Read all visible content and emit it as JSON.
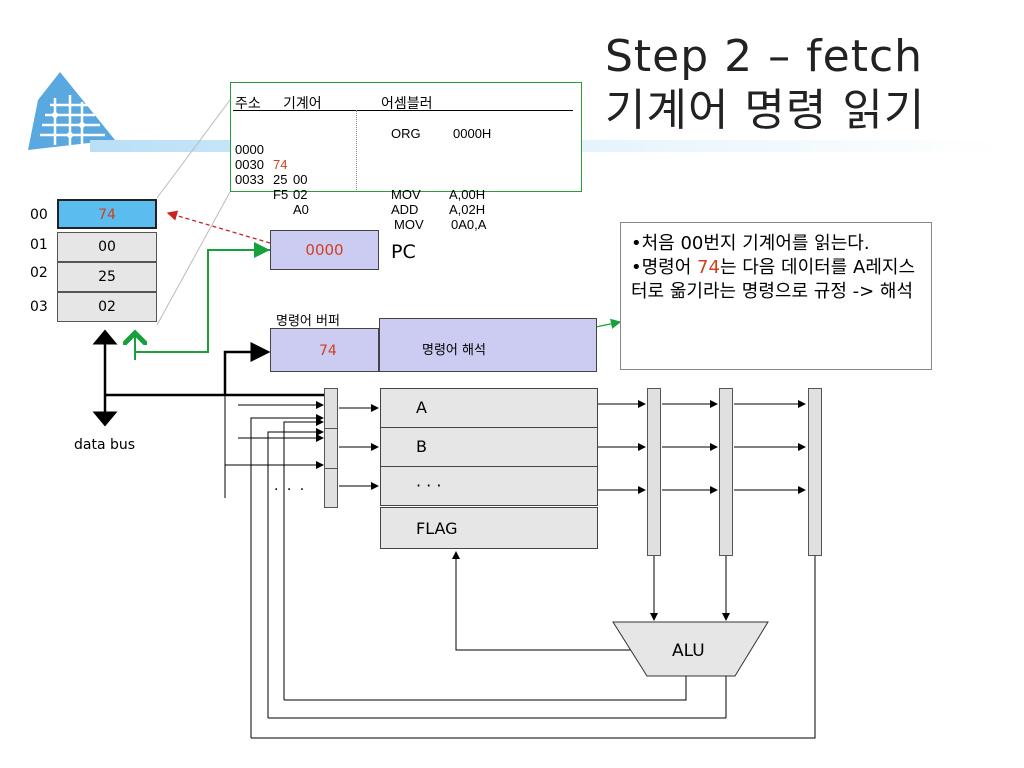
{
  "title": {
    "line1": "Step 2 – fetch",
    "line2": "기계어 명령 읽기"
  },
  "listing": {
    "headers": [
      "주소",
      "기계어",
      "어셈블러"
    ],
    "rows": [
      {
        "addr": "",
        "code_hi": "",
        "code_lo": "",
        "op": "ORG",
        "arg": "0000H"
      },
      {
        "addr": "0000",
        "code_hi": "74",
        "code_lo": "00",
        "op": "MOV",
        "arg": "A,00H"
      },
      {
        "addr": "0030",
        "code_hi": "25",
        "code_lo": "02",
        "op": "ADD",
        "arg": "A,02H"
      },
      {
        "addr": "0033",
        "code_hi": "F5",
        "code_lo": "A0",
        "op": "MOV",
        "arg": "0A0,A"
      }
    ]
  },
  "memory": {
    "addresses": [
      "00",
      "01",
      "02",
      "03"
    ],
    "values": [
      "74",
      "00",
      "25",
      "02"
    ]
  },
  "pc": {
    "value": "0000",
    "label": "PC"
  },
  "instruction_buffer": {
    "label": "명령어 버퍼",
    "value": "74"
  },
  "decoder": {
    "label": "명령어 해석"
  },
  "note": {
    "bullet1": "•처음 00번지 기계어를 읽는다.",
    "bullet2_prefix": "•명령어 ",
    "bullet2_highlight": "74",
    "bullet2_suffix": "는 다음 데이터를 A레지스터로 옮기라는 명령으로 규정 -> 해석"
  },
  "registers": [
    "A",
    "B",
    "· · ·",
    "FLAG"
  ],
  "ellipsis": "· · ·",
  "data_bus": "data bus",
  "alu": "ALU",
  "colors": {
    "highlight": "#5bbcf0",
    "purple_box": "#cccbf2",
    "red_text": "#d04020",
    "green_arrow": "#1aa03a",
    "logo_blue": "#5aa8e0"
  },
  "icons": [
    "circuit-logo-icon"
  ]
}
